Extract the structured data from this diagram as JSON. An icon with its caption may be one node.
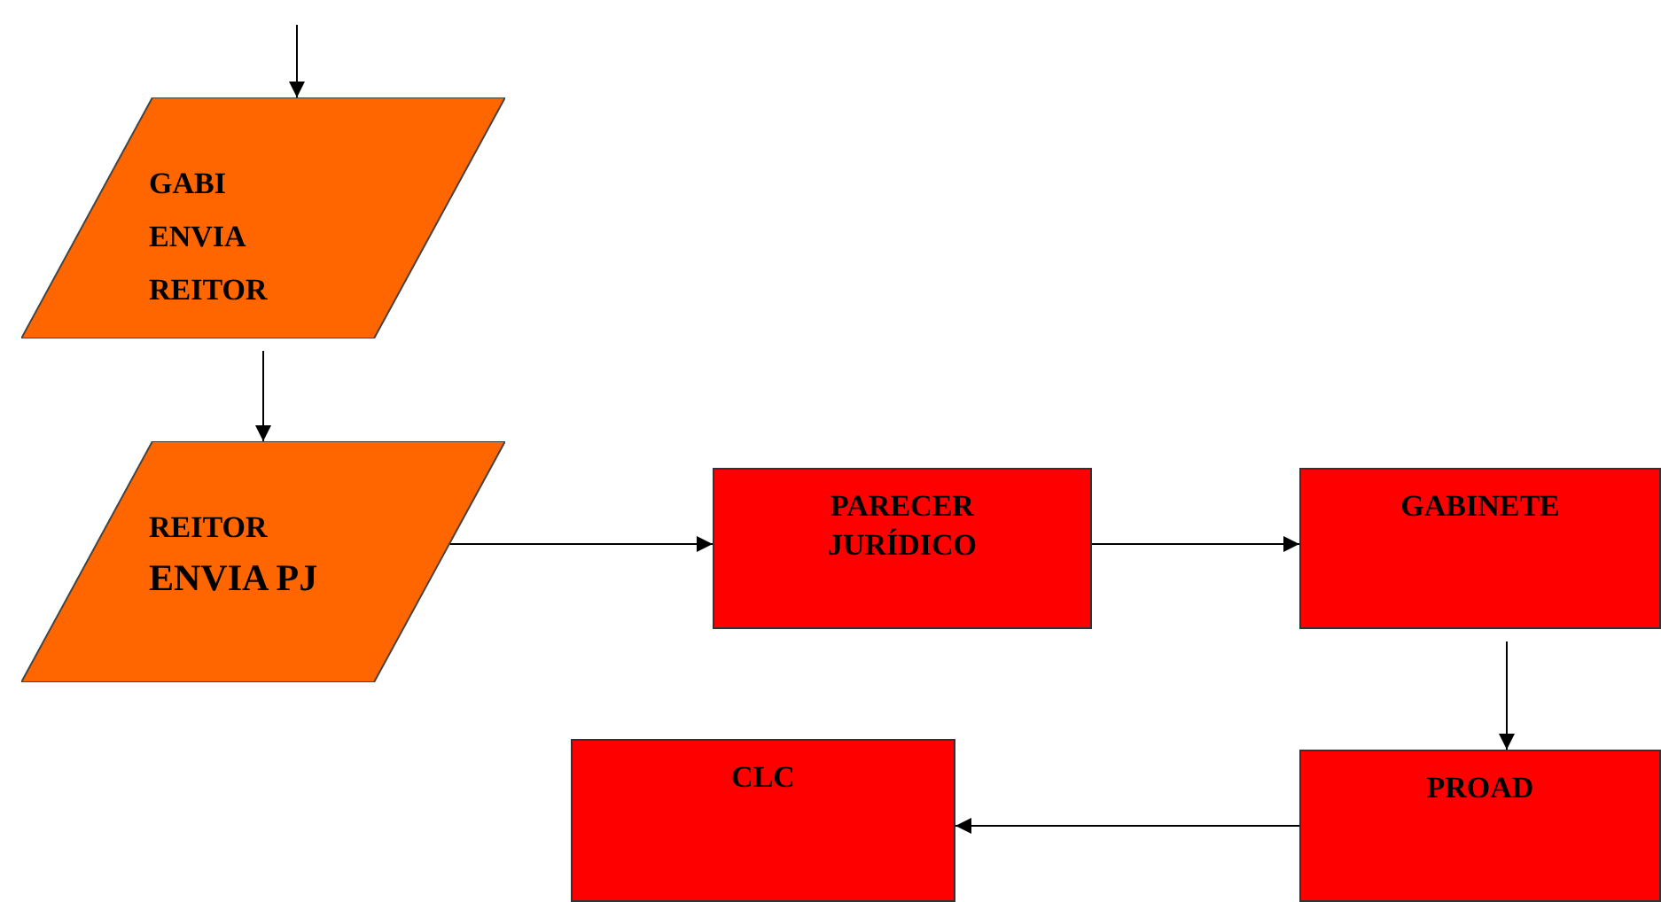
{
  "diagram": {
    "nodes": [
      {
        "text": [
          "GABI ENVIA REITOR"
        ]
      },
      {
        "text": [
          "REITOR",
          "ENVIA PJ"
        ]
      },
      {
        "text": [
          "PARECER JURÍDICO"
        ]
      },
      {
        "text": [
          "GABINETE"
        ]
      },
      {
        "text": [
          "CLC"
        ]
      },
      {
        "text": [
          "PROAD"
        ]
      }
    ],
    "edges": [
      {
        "from": null,
        "to": 0,
        "arrow": "to"
      },
      {
        "from": 0,
        "to": 1,
        "arrow": "to"
      },
      {
        "from": 1,
        "to": 2,
        "arrow": "to"
      },
      {
        "from": 2,
        "to": 3,
        "arrow": "to"
      },
      {
        "from": 3,
        "to": 5,
        "arrow": "to"
      },
      {
        "from": 5,
        "to": 4,
        "arrow": "to"
      }
    ]
  }
}
